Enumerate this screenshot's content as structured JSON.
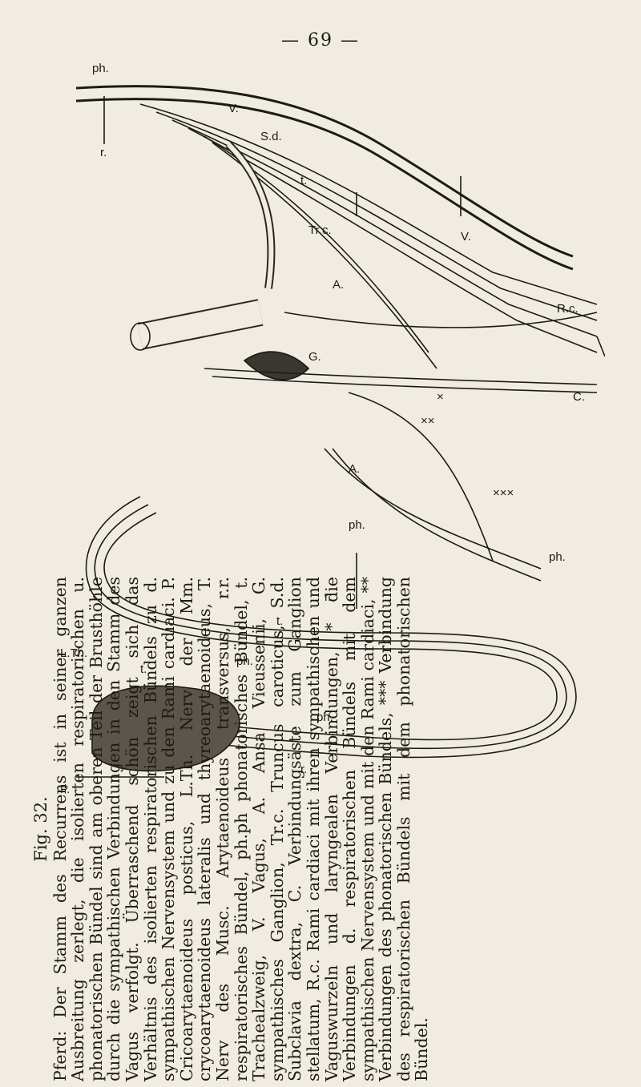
{
  "page": {
    "number": "— 69 —"
  },
  "figure": {
    "labels": {
      "ph": "ph.",
      "r": "r.",
      "t": "t.",
      "v": "V.",
      "sd": "S.d.",
      "trc": "Tr.c.",
      "a": "A.",
      "g": "G.",
      "rc": "R.c.",
      "c": "C.",
      "lth": "L.Th.",
      "p": "P.",
      "star": "×",
      "two_star": "××",
      "three_star": "×××"
    }
  },
  "caption": {
    "title": "Fig. 32.",
    "text": "Pferd: Der Stamm des Recurrens ist in seiner ganzen Ausbreitung zerlegt, die isolierten respiratorischen u. phonatorischen Bündel sind am oberen Teil der Brusthöhle durch die sympathischen Verbindungen in den Stamm des Vagus verfolgt. Überraschend schön zeigt sich das Verhältnis des isolierten respiratorischen Bündels zu d. sympathischen Nervensystem und zu den Rami cardiaci. P. Cricoarytaenoideus posticus, L.Th. Nerv der Mm. crycoarytaenoideus lateralis und thyreoarytaenoideus, T. Nerv des Musc. Arytaenoideus transversus, r.r. respiratorisches Bündel, ph.ph phonatorisches Bündel, t. Trachealzweig, V. Vagus, A. Ansa Vieussenii, G. sympathisches Ganglion, Tr.c. Truncus caroticus, S.d. Subclavia dextra, C. Verbindungsäste zum Ganglion stellatum, R.c. Rami cardiaci mit ihren sympathischen und Vaguswurzeln und laryngealen Verbindungen, * die Verbindungen d. respiratorischen Bündels mit dem sympathischen Nervensystem und mit den Rami cardiaci, ** Verbindungen des phonatorischen Bündels, *** Verbindung des respiratorischen Bündels mit dem phonatorischen Bündel."
  }
}
